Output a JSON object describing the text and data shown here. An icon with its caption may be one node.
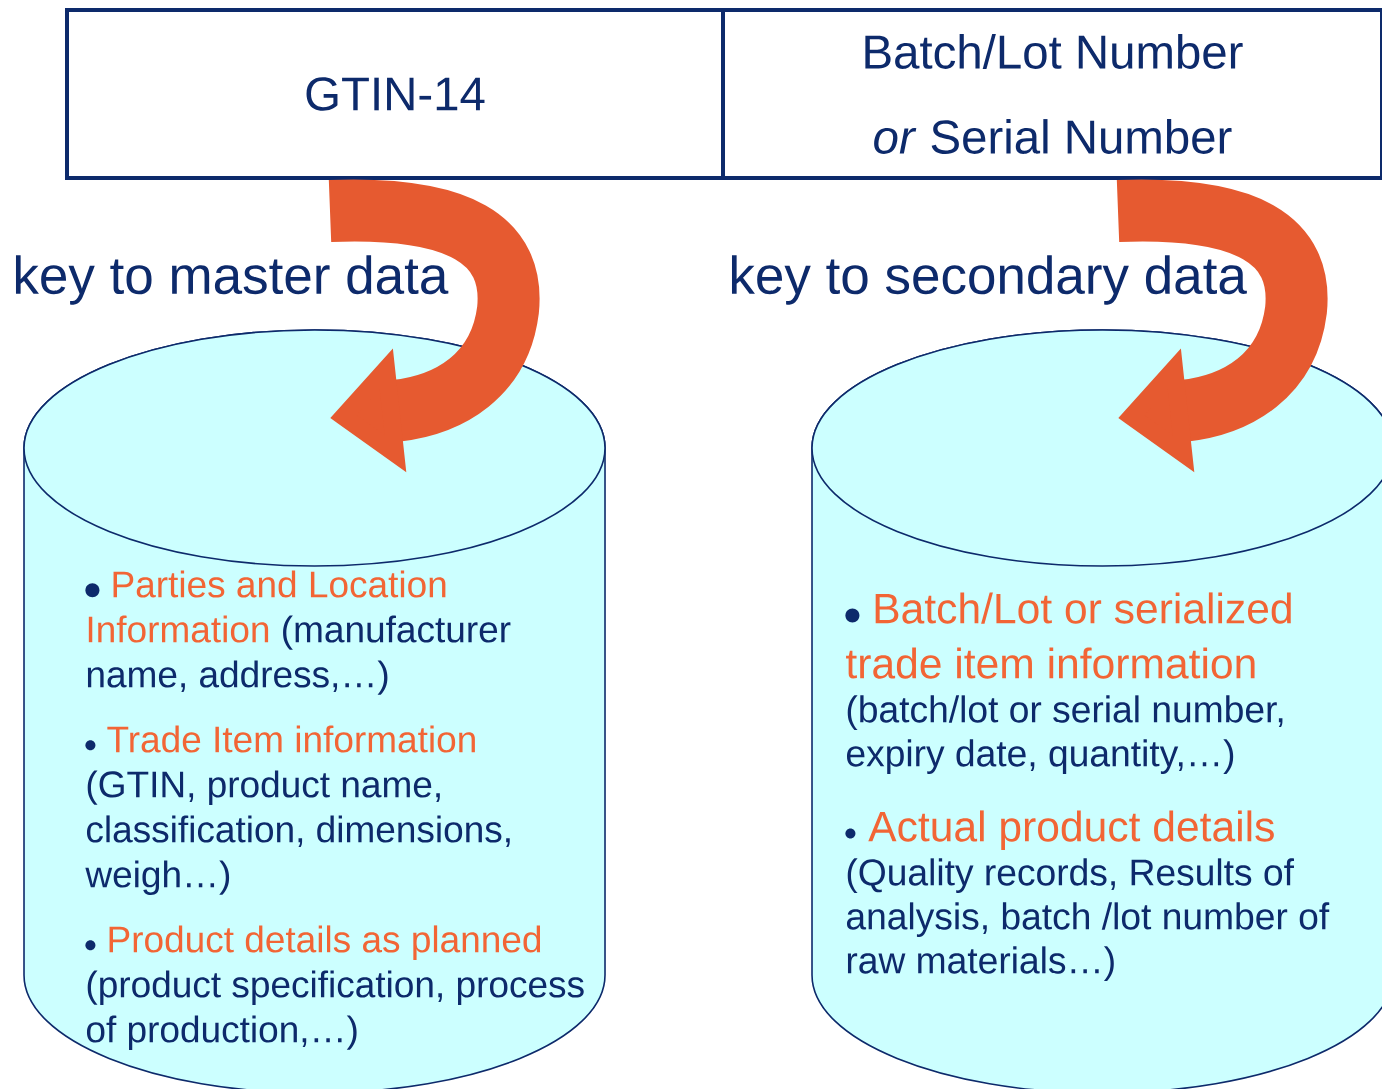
{
  "diagram": {
    "nodes": [
      {
        "text": [
          "GTIN-14"
        ]
      },
      {
        "text": [
          "Batch/Lot Number *or* Serial Number"
        ]
      },
      {
        "text": [
          "Parties and Location Information",
          "(manufacturer name, address,…)",
          "Trade Item information",
          "(GTIN, product name, classification, dimensions, weigh…)",
          "Product details as planned",
          "(product specification, process of production,…)"
        ]
      },
      {
        "text": [
          "Batch/Lot or serialized trade item information",
          "(batch/lot or serial number, expiry date, quantity,…)",
          "Actual product details",
          "(Quality records, Results of analysis, batch /lot number of raw materials…)"
        ]
      }
    ],
    "edges": [
      {
        "from": 0,
        "to": 2,
        "arrow": "to",
        "label": "key to master data"
      },
      {
        "from": 1,
        "to": 3,
        "arrow": "to",
        "label": "key to secondary data"
      }
    ]
  }
}
